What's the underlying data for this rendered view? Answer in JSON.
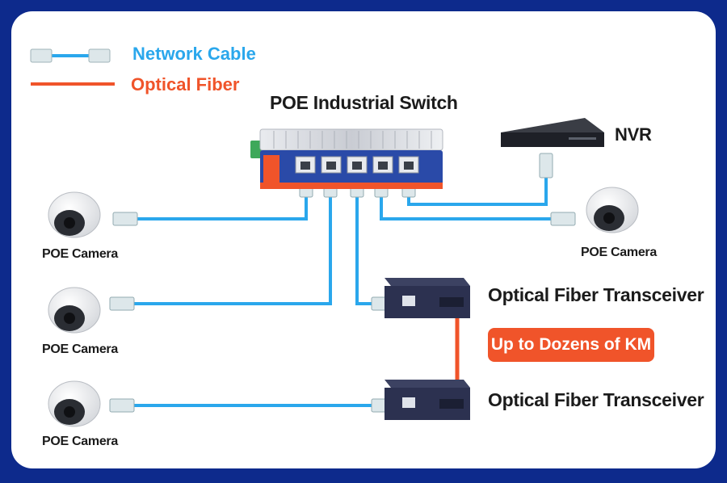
{
  "legend": {
    "network_cable": "Network Cable",
    "optical_fiber": "Optical Fiber"
  },
  "nodes": {
    "switch": "POE Industrial Switch",
    "nvr": "NVR",
    "camera_label": "POE Camera",
    "transceiver_top": "Optical Fiber Transceiver",
    "transceiver_bottom": "Optical Fiber Transceiver"
  },
  "badge": "Up to Dozens of KM",
  "colors": {
    "frame": "#0d2a8c",
    "network_cable": "#2aa7ec",
    "optical_fiber": "#f0542a",
    "switch_body": "#2a4aa8",
    "transceiver_body": "#2c3150"
  }
}
